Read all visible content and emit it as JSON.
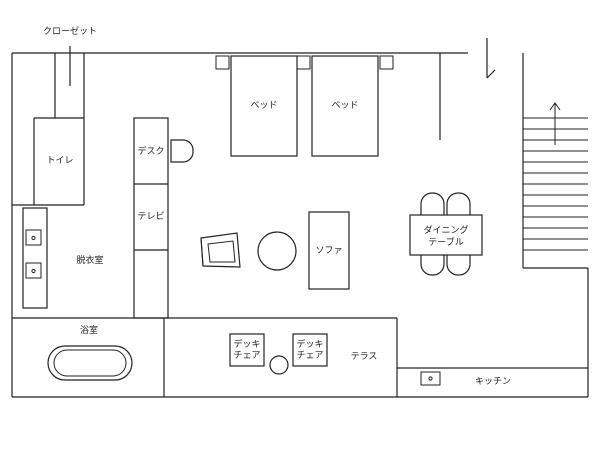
{
  "labels": {
    "closet": "クローゼット",
    "toilet": "トイレ",
    "dressing_room": "脱衣室",
    "bathroom": "浴室",
    "desk": "デスク",
    "tv": "テレビ",
    "bed_left": "ベッド",
    "bed_right": "ベッド",
    "sofa": "ソファ",
    "dining_table_line1": "ダイニング",
    "dining_table_line2": "テーブル",
    "deck_chair_left_line1": "デッキ",
    "deck_chair_left_line2": "チェア",
    "deck_chair_right_line1": "デッキ",
    "deck_chair_right_line2": "チェア",
    "terrace": "テラス",
    "kitchen": "キッチン"
  }
}
